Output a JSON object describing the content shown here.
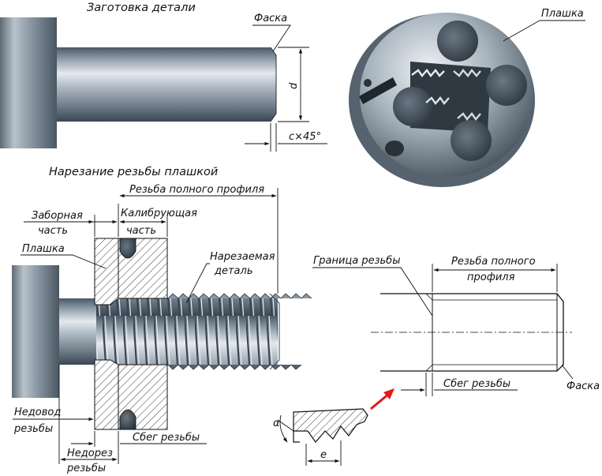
{
  "titles": {
    "blank": "Заготовка детали",
    "threading": "Нарезание резьбы плашкой"
  },
  "labels": {
    "chamfer": "Фаска",
    "diameter": "d",
    "chamfer_size": "c×45°",
    "die": "Плашка",
    "full_profile_thread": "Резьба полного профиля",
    "intake_part_line1": "Заборная",
    "intake_part_line2": "часть",
    "calibrating_part_line1": "Калибрующая",
    "calibrating_part_line2": "часть",
    "die_section": "Плашка",
    "threaded_part_line1": "Нарезаемая",
    "threaded_part_line2": "деталь",
    "thread_undercut_line1": "Недовод",
    "thread_undercut_line2": "резьбы",
    "thread_runout_die": "Сбег резьбы",
    "thread_incomplete_line1": "Недорез",
    "thread_incomplete_line2": "резьбы",
    "thread_boundary": "Граница резьбы",
    "full_profile_line1": "Резьба полного",
    "full_profile_line2": "профиля",
    "thread_runout": "Сбег резьбы",
    "chamfer_right": "Фаска",
    "alpha": "α",
    "e": "e"
  },
  "colors": {
    "metal_dark": "#3c4a56",
    "metal_mid": "#8d9aa5",
    "metal_light": "#dfe5ea",
    "accent_arrow": "#e0191b"
  }
}
